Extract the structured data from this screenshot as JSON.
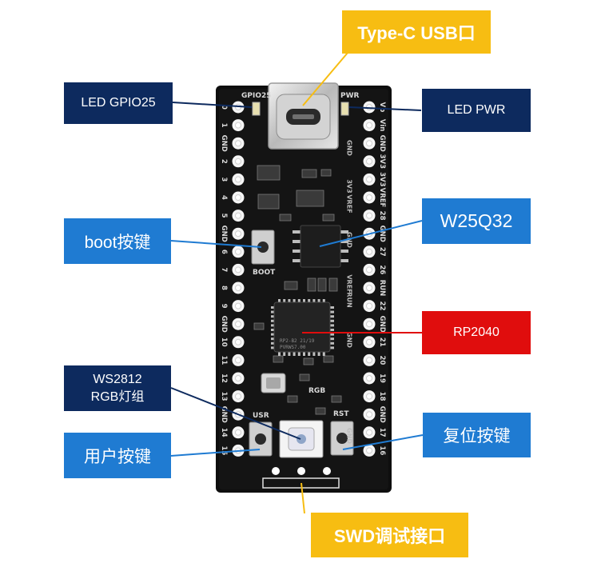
{
  "colors": {
    "board": "#0e0e0e",
    "silk": "#d9d9d9",
    "navy": "#0d2a5e",
    "blue": "#1f7bd2",
    "yellow": "#f7bd12",
    "red": "#e00d0d"
  },
  "callouts": {
    "typec": "Type-C USB口",
    "led_gpio25": "LED GPIO25",
    "led_pwr": "LED PWR",
    "boot_key": "boot按键",
    "w25q32": "W25Q32",
    "rp2040": "RP2040",
    "ws2812_line1": "WS2812",
    "ws2812_line2": "RGB灯组",
    "user_key": "用户按键",
    "reset_key": "复位按键",
    "swd": "SWD调试接口"
  },
  "silkscreen": {
    "gpio25": "GPIO25",
    "pwr": "PWR",
    "boot": "BOOT",
    "usr": "USR",
    "rgb": "RGB",
    "rst": "RST",
    "chip_text_1": "RP2-B2 21/19",
    "chip_text_2": "PVRWS7.00",
    "left_pins": [
      "0",
      "1",
      "GND",
      "2",
      "3",
      "4",
      "5",
      "GND",
      "6",
      "7",
      "8",
      "9",
      "GND",
      "10",
      "11",
      "12",
      "13",
      "GND",
      "14",
      "15"
    ],
    "right_pins": [
      "Vb",
      "Vin",
      "GND",
      "3V3",
      "3V3",
      "VREF",
      "28",
      "GND",
      "27",
      "26",
      "RUN",
      "22",
      "GND",
      "21",
      "20",
      "19",
      "18",
      "GND",
      "17",
      "16"
    ],
    "right_pins_inner": [
      "GND",
      "3V3",
      "VREF",
      "GND",
      "VREF",
      "RUN",
      "GND",
      "GND"
    ]
  }
}
